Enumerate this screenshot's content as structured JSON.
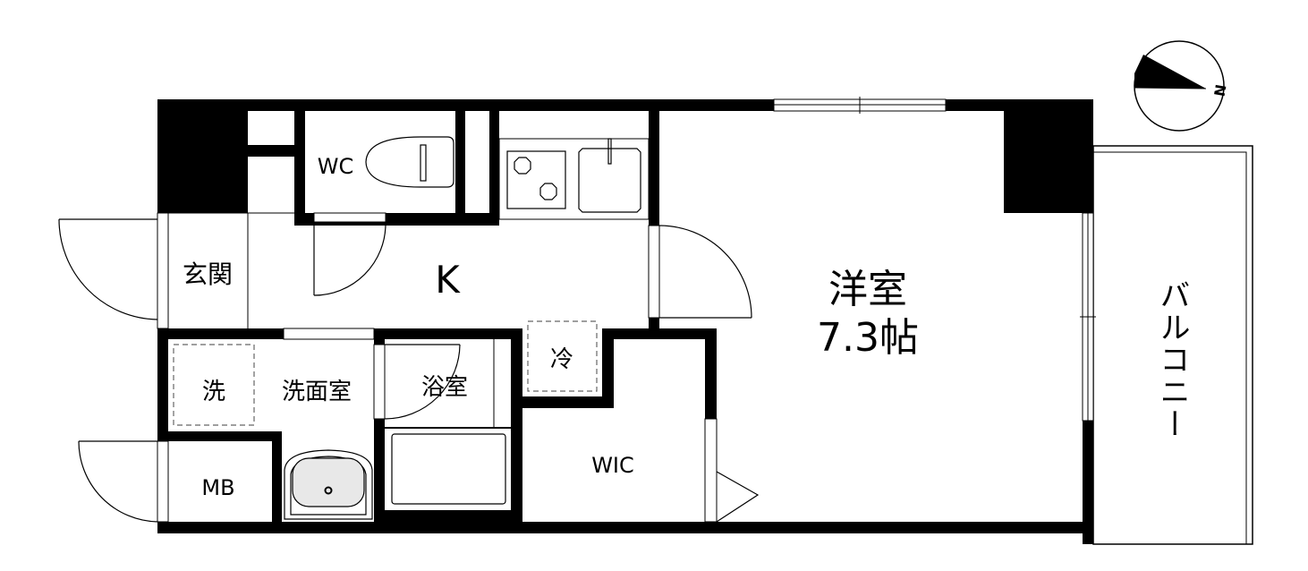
{
  "floor_plan": {
    "rooms": {
      "wc": "WC",
      "entrance": "玄関",
      "kitchen": "K",
      "western_room": "洋室",
      "western_room_size": "7.3帖",
      "laundry_space": "洗",
      "washroom": "洗面室",
      "bathroom": "浴室",
      "fridge": "冷",
      "mb": "MB",
      "wic": "WIC",
      "balcony": "バルコニー"
    },
    "compass": {
      "north_label": "N"
    },
    "colors": {
      "wall": "#000000",
      "sink_basin": "#e8e8e8",
      "dashed": "#666666"
    }
  }
}
